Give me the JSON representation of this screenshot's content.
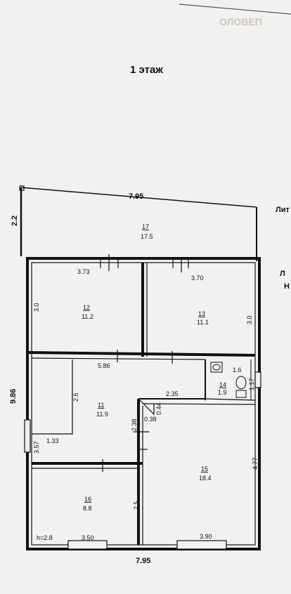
{
  "header": {
    "watermark": "ОЛОВЕП",
    "title": "1 этаж"
  },
  "right_edge": {
    "lit_1": "Лит",
    "lit_2": "Л",
    "lit_3": "Н"
  },
  "overall": {
    "top_width": "7.95",
    "bottom_width": "7.95",
    "left_height": "9.86",
    "porch_depth": "2.2",
    "ceiling_height": "h=2.8"
  },
  "rooms": [
    {
      "number": "17",
      "area": "17.5"
    },
    {
      "number": "12",
      "area": "11.2"
    },
    {
      "number": "13",
      "area": "11.1"
    },
    {
      "number": "11",
      "area": "11.9"
    },
    {
      "number": "14",
      "area": "1.9"
    },
    {
      "number": "15",
      "area": "18.4"
    },
    {
      "number": "16",
      "area": "8.8"
    }
  ],
  "dimensions": {
    "d373": "3.73",
    "d370": "3.70",
    "d30_left": "3.0",
    "d30_right": "3.0",
    "d586": "5.86",
    "d16": "1.6",
    "d117": "1.17",
    "d26": "2.6",
    "d235": "2.35",
    "d044": "0.44",
    "d038": "0.38",
    "d238": "2.38",
    "d357": "3.57",
    "d133": "1.33",
    "d477": "4.77",
    "d25": "2.5",
    "d350": "3.50",
    "d390": "3.90"
  }
}
